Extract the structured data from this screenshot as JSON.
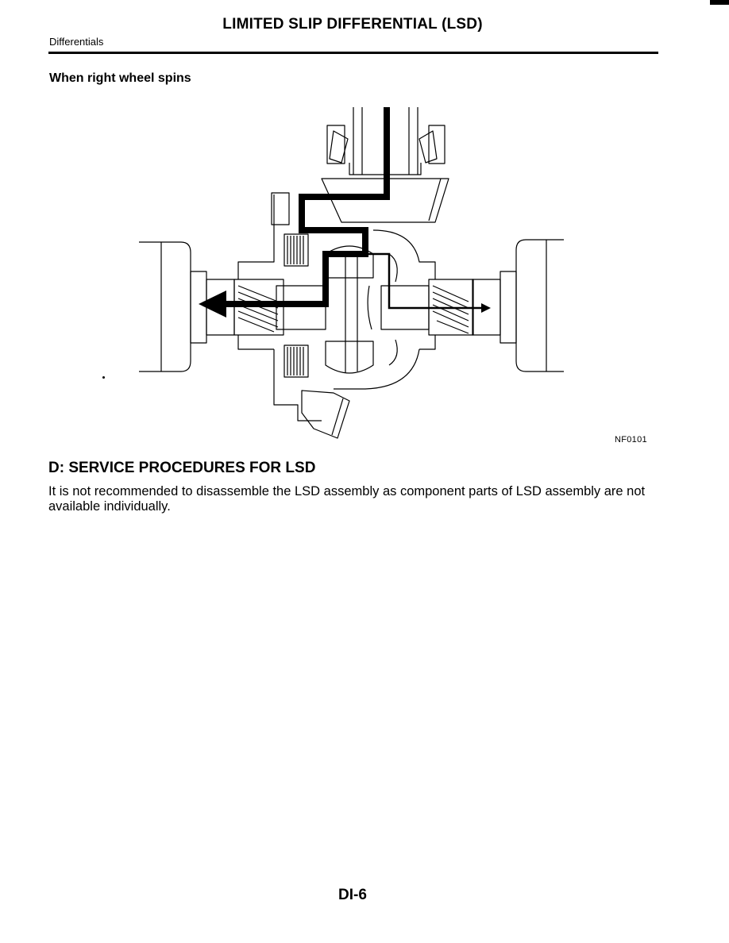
{
  "header": {
    "title": "LIMITED SLIP DIFFERENTIAL (LSD)",
    "section": "Differentials"
  },
  "figure": {
    "caption": "When right wheel spins",
    "code": "NF0101"
  },
  "service": {
    "heading": "D: SERVICE PROCEDURES FOR LSD",
    "body": "It is not recommended to disassemble the LSD assembly as component parts of LSD assembly are not available individually."
  },
  "footer": {
    "page_number": "DI-6"
  }
}
